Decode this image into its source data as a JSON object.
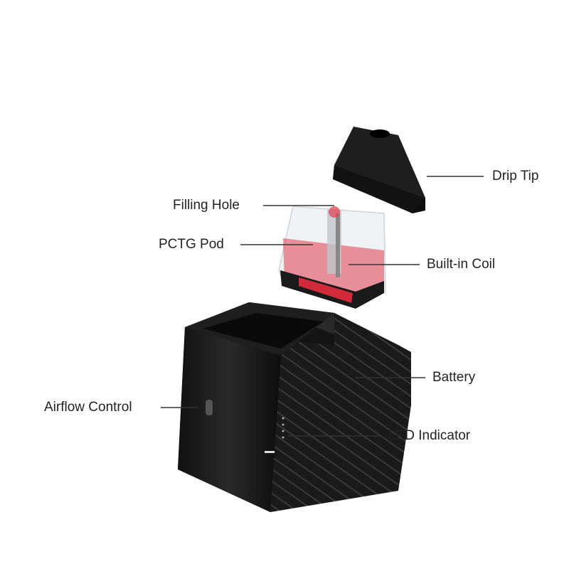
{
  "labels": {
    "drip_tip": "Drip Tip",
    "filling_hole": "Filling Hole",
    "pctg_pod": "PCTG Pod",
    "built_in_coil": "Built-in Coil",
    "battery": "Battery",
    "airflow_control": "Airflow Control",
    "led_indicator": "LED Indicator"
  },
  "colors": {
    "device": "#1c1c1c",
    "liquid": "#e23a4a",
    "line": "#333333"
  }
}
